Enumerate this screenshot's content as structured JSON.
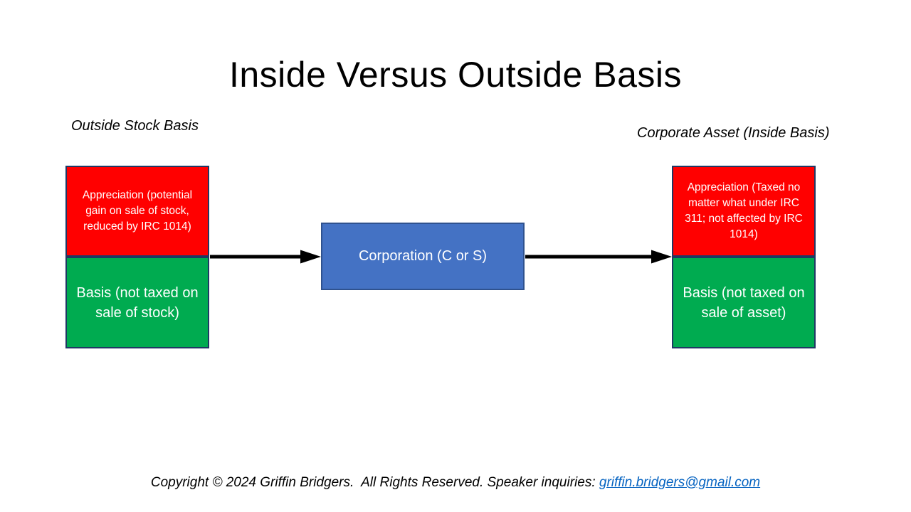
{
  "slide": {
    "title": "Inside Versus Outside Basis",
    "left_section": {
      "label": "Outside Stock Basis",
      "appreciation_box": "Appreciation (potential gain on sale of stock, reduced by IRC 1014)",
      "basis_box": "Basis (not taxed on sale of stock)"
    },
    "center_section": {
      "corporation_box": "Corporation (C or S)"
    },
    "right_section": {
      "label": "Corporate Asset (Inside Basis)",
      "appreciation_box": "Appreciation (Taxed no matter what under IRC 311; not affected by IRC 1014)",
      "basis_box": "Basis (not taxed on sale of asset)"
    },
    "footer": {
      "copyright": "Copyright © 2024 Griffin Bridgers.  All Rights Reserved. Speaker inquiries: ",
      "email_link": "griffin.bridgers@gmail.com"
    },
    "colors": {
      "appreciation_fill": "#FF0000",
      "basis_fill": "#00AB50",
      "corporation_fill": "#4472C4",
      "corporation_border": "#2F528F",
      "stack_border": "#1F3864",
      "arrow": "#000000",
      "link": "#0563C1"
    }
  }
}
